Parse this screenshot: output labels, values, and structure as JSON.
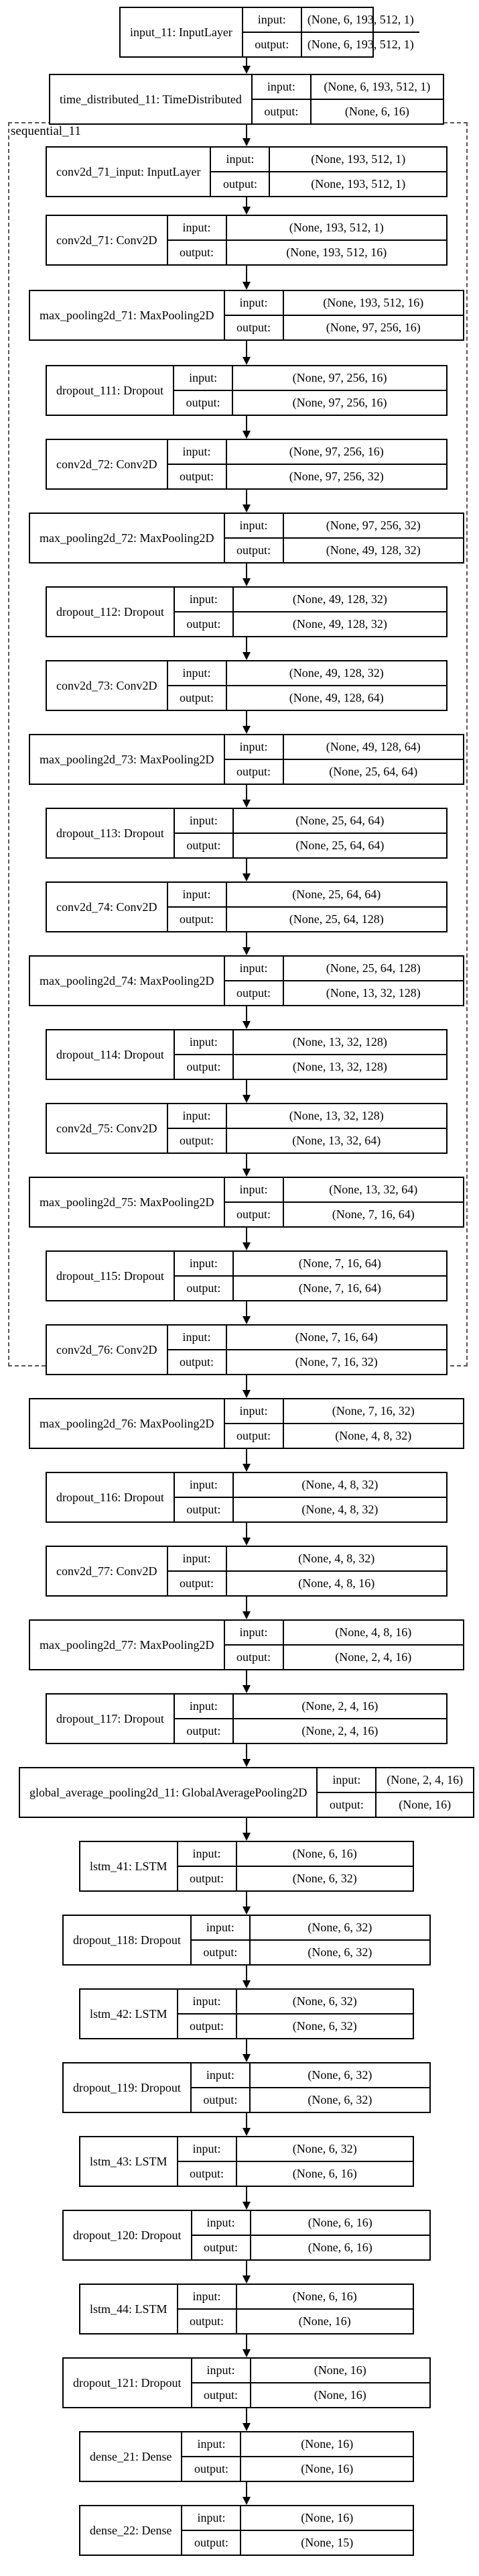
{
  "sequential_label": "sequential_11",
  "input_label": "input:",
  "output_label": "output:",
  "edge_color": "#000000",
  "nodes": [
    {
      "name": "input_11: InputLayer",
      "input": "(None, 6, 193, 512, 1)",
      "output": "(None, 6, 193, 512, 1)"
    },
    {
      "name": "time_distributed_11: TimeDistributed",
      "input": "(None, 6, 193, 512, 1)",
      "output": "(None, 6, 16)"
    },
    {
      "name": "conv2d_71_input: InputLayer",
      "input": "(None, 193, 512, 1)",
      "output": "(None, 193, 512, 1)"
    },
    {
      "name": "conv2d_71: Conv2D",
      "input": "(None, 193, 512, 1)",
      "output": "(None, 193, 512, 16)"
    },
    {
      "name": "max_pooling2d_71: MaxPooling2D",
      "input": "(None, 193, 512, 16)",
      "output": "(None, 97, 256, 16)"
    },
    {
      "name": "dropout_111: Dropout",
      "input": "(None, 97, 256, 16)",
      "output": "(None, 97, 256, 16)"
    },
    {
      "name": "conv2d_72: Conv2D",
      "input": "(None, 97, 256, 16)",
      "output": "(None, 97, 256, 32)"
    },
    {
      "name": "max_pooling2d_72: MaxPooling2D",
      "input": "(None, 97, 256, 32)",
      "output": "(None, 49, 128, 32)"
    },
    {
      "name": "dropout_112: Dropout",
      "input": "(None, 49, 128, 32)",
      "output": "(None, 49, 128, 32)"
    },
    {
      "name": "conv2d_73: Conv2D",
      "input": "(None, 49, 128, 32)",
      "output": "(None, 49, 128, 64)"
    },
    {
      "name": "max_pooling2d_73: MaxPooling2D",
      "input": "(None, 49, 128, 64)",
      "output": "(None, 25, 64, 64)"
    },
    {
      "name": "dropout_113: Dropout",
      "input": "(None, 25, 64, 64)",
      "output": "(None, 25, 64, 64)"
    },
    {
      "name": "conv2d_74: Conv2D",
      "input": "(None, 25, 64, 64)",
      "output": "(None, 25, 64, 128)"
    },
    {
      "name": "max_pooling2d_74: MaxPooling2D",
      "input": "(None, 25, 64, 128)",
      "output": "(None, 13, 32, 128)"
    },
    {
      "name": "dropout_114: Dropout",
      "input": "(None, 13, 32, 128)",
      "output": "(None, 13, 32, 128)"
    },
    {
      "name": "conv2d_75: Conv2D",
      "input": "(None, 13, 32, 128)",
      "output": "(None, 13, 32, 64)"
    },
    {
      "name": "max_pooling2d_75: MaxPooling2D",
      "input": "(None, 13, 32, 64)",
      "output": "(None, 7, 16, 64)"
    },
    {
      "name": "dropout_115: Dropout",
      "input": "(None, 7, 16, 64)",
      "output": "(None, 7, 16, 64)"
    },
    {
      "name": "conv2d_76: Conv2D",
      "input": "(None, 7, 16, 64)",
      "output": "(None, 7, 16, 32)"
    },
    {
      "name": "max_pooling2d_76: MaxPooling2D",
      "input": "(None, 7, 16, 32)",
      "output": "(None, 4, 8, 32)"
    },
    {
      "name": "dropout_116: Dropout",
      "input": "(None, 4, 8, 32)",
      "output": "(None, 4, 8, 32)"
    },
    {
      "name": "conv2d_77: Conv2D",
      "input": "(None, 4, 8, 32)",
      "output": "(None, 4, 8, 16)"
    },
    {
      "name": "max_pooling2d_77: MaxPooling2D",
      "input": "(None, 4, 8, 16)",
      "output": "(None, 2, 4, 16)"
    },
    {
      "name": "dropout_117: Dropout",
      "input": "(None, 2, 4, 16)",
      "output": "(None, 2, 4, 16)"
    },
    {
      "name": "global_average_pooling2d_11: GlobalAveragePooling2D",
      "input": "(None, 2, 4, 16)",
      "output": "(None, 16)"
    },
    {
      "name": "lstm_41: LSTM",
      "input": "(None, 6, 16)",
      "output": "(None, 6, 32)"
    },
    {
      "name": "dropout_118: Dropout",
      "input": "(None, 6, 32)",
      "output": "(None, 6, 32)"
    },
    {
      "name": "lstm_42: LSTM",
      "input": "(None, 6, 32)",
      "output": "(None, 6, 32)"
    },
    {
      "name": "dropout_119: Dropout",
      "input": "(None, 6, 32)",
      "output": "(None, 6, 32)"
    },
    {
      "name": "lstm_43: LSTM",
      "input": "(None, 6, 32)",
      "output": "(None, 6, 16)"
    },
    {
      "name": "dropout_120: Dropout",
      "input": "(None, 6, 16)",
      "output": "(None, 6, 16)"
    },
    {
      "name": "lstm_44: LSTM",
      "input": "(None, 6, 16)",
      "output": "(None, 16)"
    },
    {
      "name": "dropout_121: Dropout",
      "input": "(None, 16)",
      "output": "(None, 16)"
    },
    {
      "name": "dense_21: Dense",
      "input": "(None, 16)",
      "output": "(None, 16)"
    },
    {
      "name": "dense_22: Dense",
      "input": "(None, 16)",
      "output": "(None, 15)"
    }
  ]
}
